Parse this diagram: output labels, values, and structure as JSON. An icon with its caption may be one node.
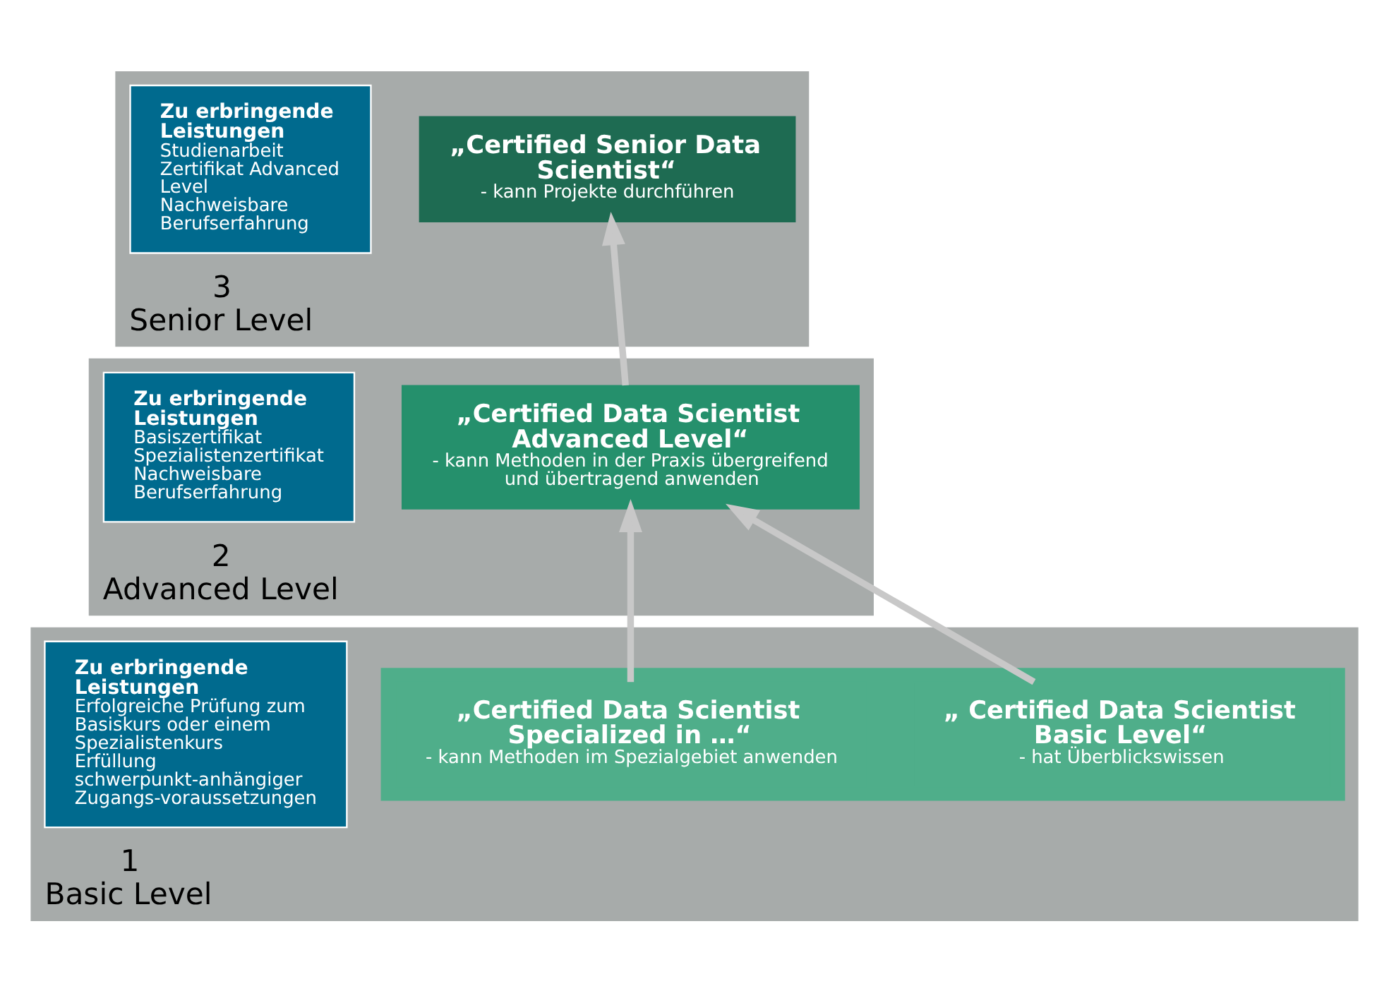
{
  "diagram": {
    "nodes": [
      {
        "text": [
          "3",
          "Senior Level"
        ]
      },
      {
        "text": [
          "„Certified Senior Data Scientist“",
          "- kann Projekte durchführen"
        ],
        "in": 0
      },
      {
        "text": [
          "Zu erbringende Leistungen",
          "Studienarbeit",
          "Zertifikat Advanced Level",
          "Nachweisbare Berufserfahrung"
        ],
        "in": 0
      },
      {
        "text": [
          "2",
          "Advanced Level"
        ]
      },
      {
        "text": [
          "„Certified Data Scientist Advanced Level“",
          "- kann Methoden in der Praxis übergreifend und übertragend anwenden"
        ],
        "in": 3
      },
      {
        "text": [
          "Zu erbringende Leistungen",
          "Basiszertifikat",
          "Spezialistenzertifikat",
          "Nachweisbare Berufserfahrung"
        ],
        "in": 3
      },
      {
        "text": [
          "1",
          "Basic Level"
        ]
      },
      {
        "text": [],
        "shape": "box",
        "in": 6
      },
      {
        "text": [
          "„ Certified Data Scientist Basic Level“",
          "- hat Überblickswissen"
        ],
        "in": 7
      },
      {
        "text": [
          "„Certified Data Scientist Specialized in …“",
          "- kann Methoden im Spezialgebiet anwenden"
        ],
        "in": 7
      },
      {
        "text": [
          "Zu erbringende Leistungen",
          "Erfolgreiche Prüfung zum Basiskurs oder einem Spezialistenkurs",
          "Erfüllung schwerpunkt-anhängiger Zugangs-voraussetzungen"
        ],
        "in": 6
      }
    ],
    "edges": [
      {
        "from": 8,
        "to": 4,
        "arrow": "to"
      },
      {
        "from": 9,
        "to": 4,
        "arrow": "to"
      },
      {
        "from": 4,
        "to": 1,
        "arrow": "to"
      }
    ]
  }
}
